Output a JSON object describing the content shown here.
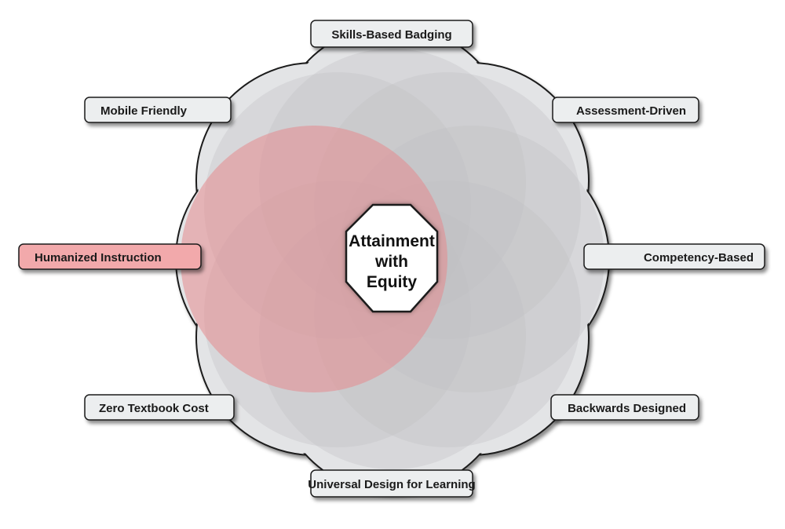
{
  "center": {
    "lines": [
      "Attainment",
      "with",
      "Equity"
    ]
  },
  "labels": {
    "skills_based_badging": "Skills-Based Badging",
    "mobile_friendly": "Mobile Friendly",
    "assessment_driven": "Assessment-Driven",
    "humanized_instruction": "Humanized Instruction",
    "competency_based": "Competency-Based",
    "zero_textbook_cost": "Zero Textbook Cost",
    "backwards_designed": "Backwards Designed",
    "universal_design_for_learning": "Universal Design for Learning"
  },
  "highlighted": "humanized_instruction",
  "colors": {
    "petal": "#c9cbce",
    "highlight_petal": "#e58a8e",
    "highlight_label": "#f2a9ab",
    "label_fill": "#eceeef",
    "outline": "#1a1a1a"
  }
}
